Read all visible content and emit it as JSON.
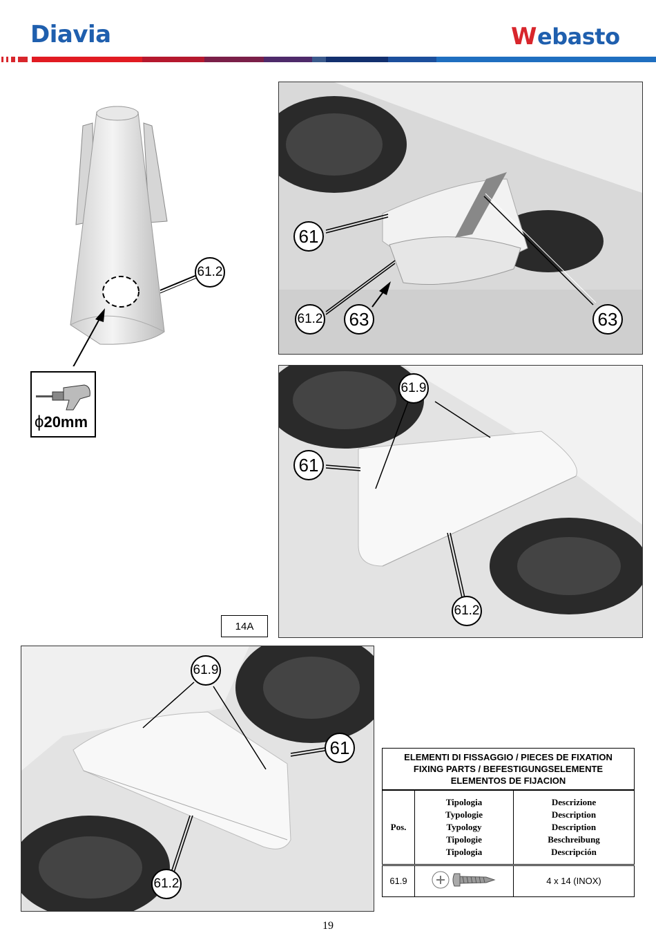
{
  "header": {
    "left_logo": "Diavia",
    "right_logo_mark": "W",
    "right_logo_rest": "ebasto",
    "colors": {
      "brand_blue": "#1f5fae",
      "brand_red": "#d8262c"
    }
  },
  "figure_label": "14A",
  "drill": {
    "icon": "drill-icon",
    "symbol": "ϕ",
    "size": "20mm"
  },
  "callouts": {
    "p1": [
      "61.2"
    ],
    "p2": [
      "61",
      "61.2",
      "63",
      "63"
    ],
    "p3": [
      "61.9",
      "61",
      "61.2"
    ],
    "p4": [
      "61.9",
      "61",
      "61.2"
    ]
  },
  "parts_table": {
    "title_lines": [
      "ELEMENTI DI FISSAGGIO / PIECES DE FIXATION",
      "FIXING PARTS / BEFESTIGUNGSELEMENTE",
      "ELEMENTOS DE FIJACION"
    ],
    "header_pos": "Pos.",
    "header_tipologia": [
      "Tipologia",
      "Typologie",
      "Typology",
      "Tipologie",
      "Tipologia"
    ],
    "header_descrizione": [
      "Descrizione",
      "Description",
      "Description",
      "Beschreibung",
      "Descripción"
    ],
    "rows": [
      {
        "pos": "61.9",
        "icon": "screw-icon",
        "description": "4 x 14 (INOX)"
      }
    ]
  },
  "page_number": "19"
}
